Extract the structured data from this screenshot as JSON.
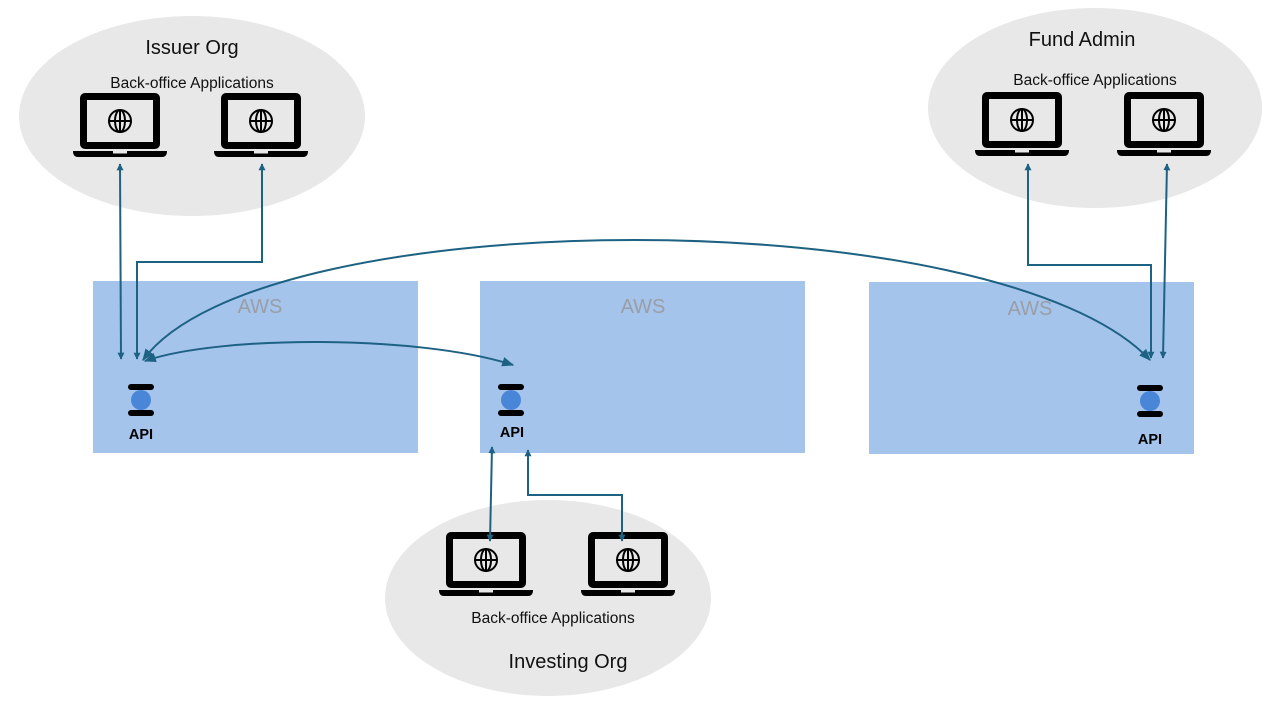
{
  "diagram": {
    "colors": {
      "org_fill": "#e8e8e8",
      "aws_fill": "#a4c4ec",
      "arrow": "#1d6283",
      "api_dot": "#4a86d8",
      "aws_text": "#9a9ea6"
    },
    "orgs": [
      {
        "id": "issuer",
        "title": "Issuer Org",
        "subtitle": "Back-office Applications"
      },
      {
        "id": "fund",
        "title": "Fund Admin",
        "subtitle": "Back-office Applications"
      },
      {
        "id": "investing",
        "title": "Investing Org",
        "subtitle": "Back-office Applications"
      }
    ],
    "aws_boxes": [
      {
        "id": "aws-left",
        "label": "AWS",
        "api_label": "API"
      },
      {
        "id": "aws-middle",
        "label": "AWS",
        "api_label": "API"
      },
      {
        "id": "aws-right",
        "label": "AWS",
        "api_label": "API"
      }
    ],
    "icons": {
      "laptop": "laptop-globe-icon",
      "api": "api-server-icon"
    },
    "connections": [
      {
        "from": "issuer-laptop-1",
        "to": "aws-left-api",
        "bidirectional": true
      },
      {
        "from": "issuer-laptop-2",
        "to": "aws-left-api",
        "bidirectional": true
      },
      {
        "from": "aws-left-api",
        "to": "aws-middle-api",
        "bidirectional": true
      },
      {
        "from": "aws-left-api",
        "to": "aws-right-api",
        "bidirectional": true
      },
      {
        "from": "fund-laptop-1",
        "to": "aws-right-api",
        "bidirectional": true
      },
      {
        "from": "fund-laptop-2",
        "to": "aws-right-api",
        "bidirectional": true
      },
      {
        "from": "investing-laptop-1",
        "to": "aws-middle-api",
        "bidirectional": true
      },
      {
        "from": "investing-laptop-2",
        "to": "aws-middle-api",
        "bidirectional": true
      }
    ]
  }
}
